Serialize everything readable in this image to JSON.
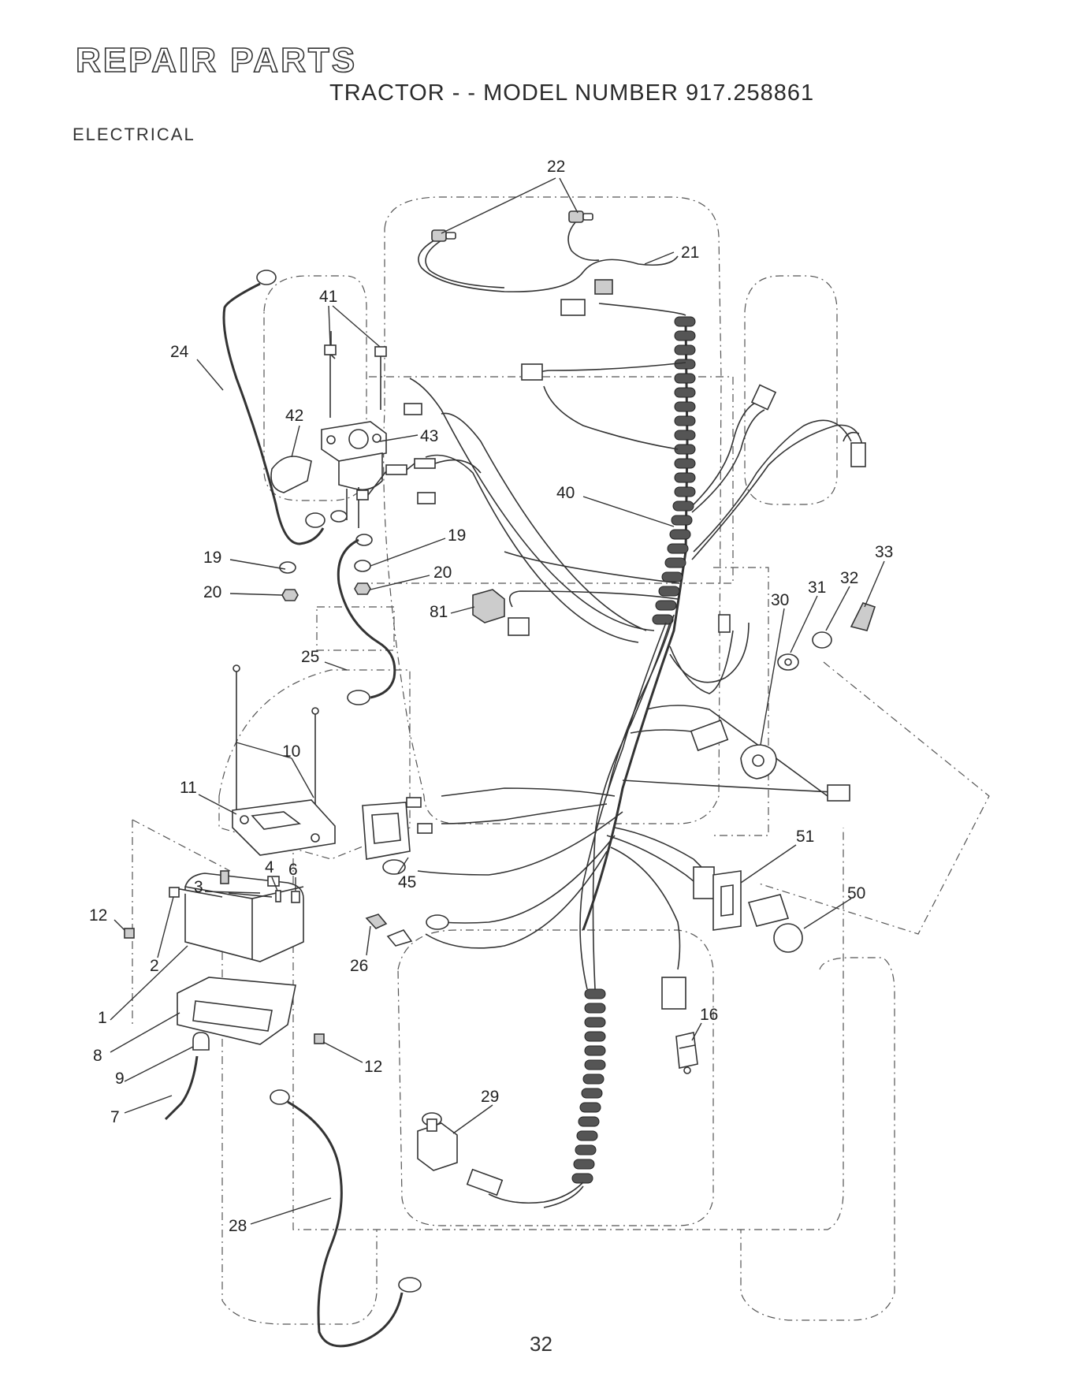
{
  "header": {
    "title": "REPAIR PARTS",
    "subtitle": "TRACTOR - - MODEL NUMBER 917.258861",
    "section": "ELECTRICAL"
  },
  "callouts": [
    {
      "id": "c22",
      "label": "22"
    },
    {
      "id": "c21",
      "label": "21"
    },
    {
      "id": "c41",
      "label": "41"
    },
    {
      "id": "c24",
      "label": "24"
    },
    {
      "id": "c42",
      "label": "42"
    },
    {
      "id": "c43",
      "label": "43"
    },
    {
      "id": "c40",
      "label": "40"
    },
    {
      "id": "c19a",
      "label": "19"
    },
    {
      "id": "c19b",
      "label": "19"
    },
    {
      "id": "c20a",
      "label": "20"
    },
    {
      "id": "c20b",
      "label": "20"
    },
    {
      "id": "c81",
      "label": "81"
    },
    {
      "id": "c33",
      "label": "33"
    },
    {
      "id": "c32",
      "label": "32"
    },
    {
      "id": "c31",
      "label": "31"
    },
    {
      "id": "c30",
      "label": "30"
    },
    {
      "id": "c25",
      "label": "25"
    },
    {
      "id": "c10",
      "label": "10"
    },
    {
      "id": "c11",
      "label": "11"
    },
    {
      "id": "c51",
      "label": "51"
    },
    {
      "id": "c45",
      "label": "45"
    },
    {
      "id": "c4",
      "label": "4"
    },
    {
      "id": "c6",
      "label": "6"
    },
    {
      "id": "c3",
      "label": "3"
    },
    {
      "id": "c50",
      "label": "50"
    },
    {
      "id": "c12a",
      "label": "12"
    },
    {
      "id": "c2",
      "label": "2"
    },
    {
      "id": "c26",
      "label": "26"
    },
    {
      "id": "c1",
      "label": "1"
    },
    {
      "id": "c16",
      "label": "16"
    },
    {
      "id": "c8",
      "label": "8"
    },
    {
      "id": "c12b",
      "label": "12"
    },
    {
      "id": "c9",
      "label": "9"
    },
    {
      "id": "c7",
      "label": "7"
    },
    {
      "id": "c29",
      "label": "29"
    },
    {
      "id": "c28",
      "label": "28"
    }
  ],
  "footer": {
    "page_number": "32"
  }
}
